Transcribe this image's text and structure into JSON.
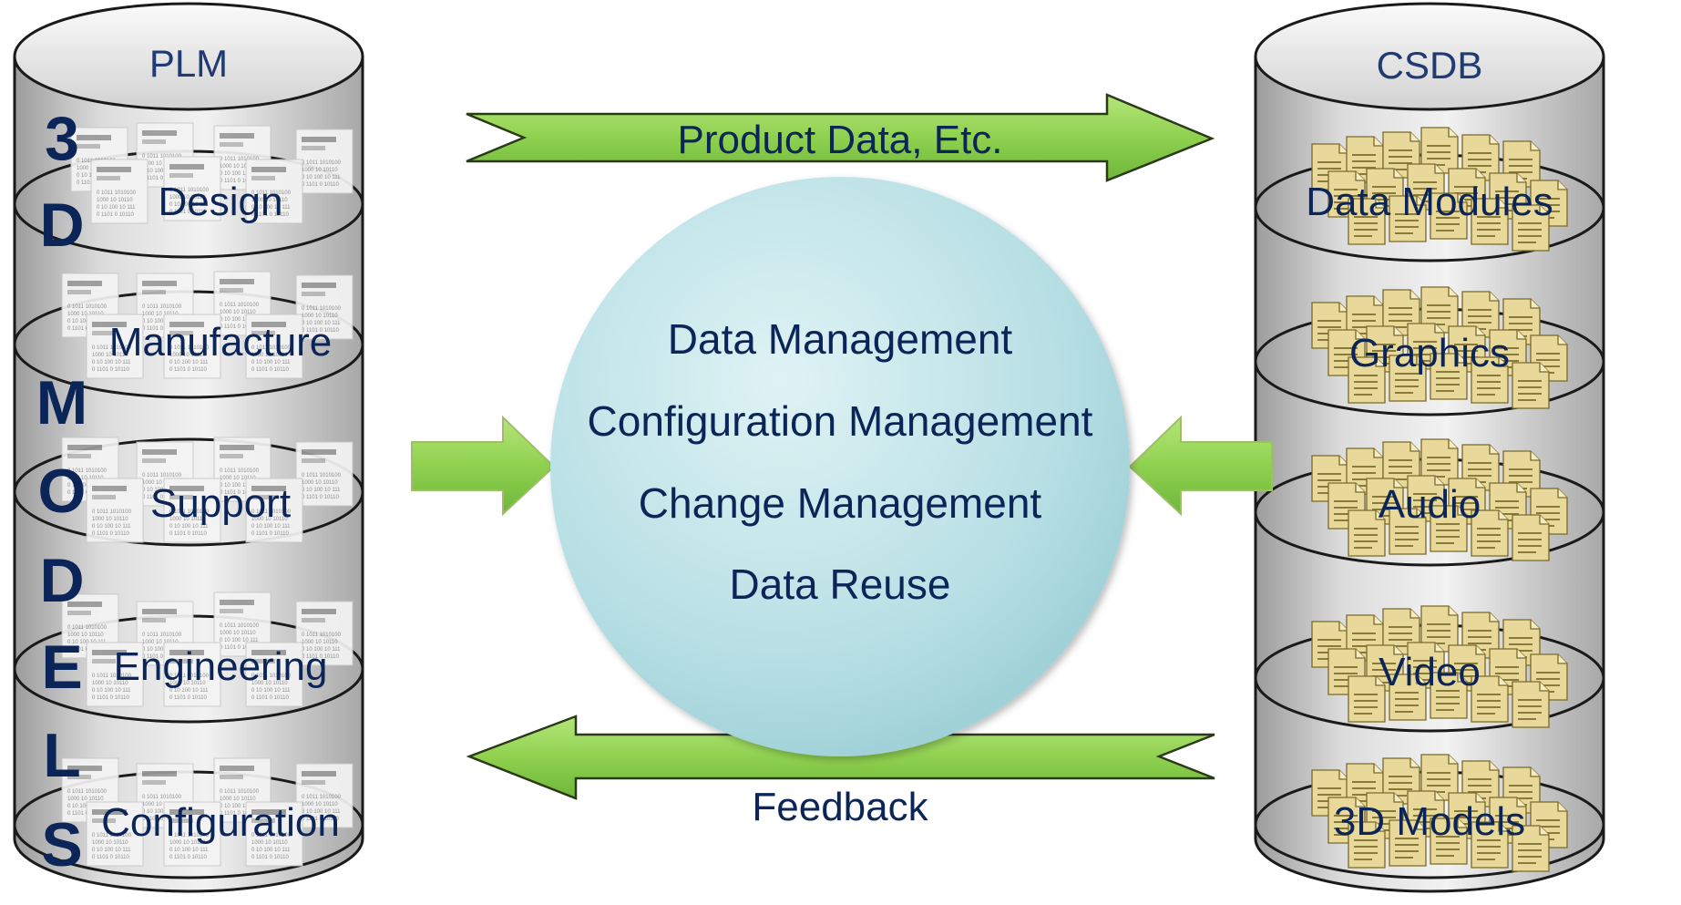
{
  "plm": {
    "title": "PLM",
    "vertical_letters": [
      "3",
      "D",
      "M",
      "O",
      "D",
      "E",
      "L",
      "S"
    ],
    "layers": [
      "Design",
      "Manufacture",
      "Support",
      "Engineering",
      "Configuration"
    ]
  },
  "csdb": {
    "title": "CSDB",
    "layers": [
      "Data Modules",
      "Graphics",
      "Audio",
      "Video",
      "3D Models"
    ]
  },
  "arrows": {
    "top_label": "Product Data, Etc.",
    "bottom_label": "Feedback"
  },
  "hub": {
    "items": [
      "Data Management",
      "Configuration Management",
      "Change Management",
      "Data Reuse"
    ]
  },
  "colors": {
    "arrow_green": "#8fd14f",
    "hub_fill": "#b9e3e8",
    "text_navy": "#0b2559",
    "cylinder_gray": "#d9d9d9",
    "doc_yellow": "#e8d89a"
  },
  "icons": {
    "plm_docs": "binary-document-icon",
    "csdb_docs": "yellow-document-icon"
  }
}
